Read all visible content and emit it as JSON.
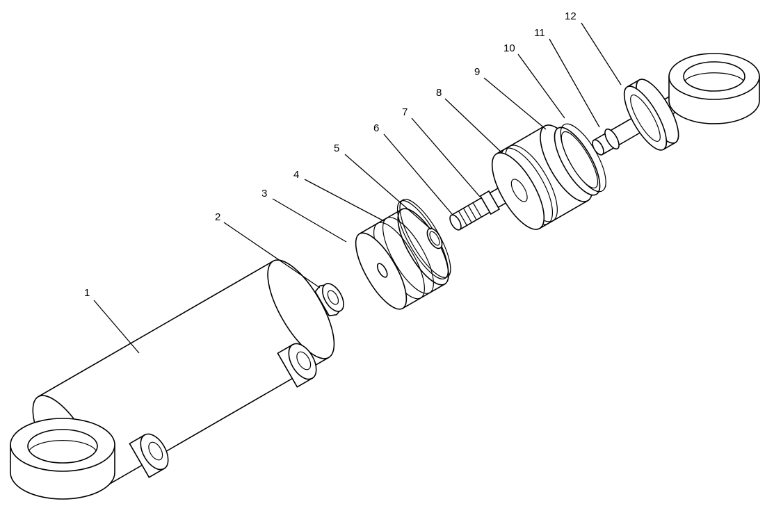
{
  "diagram": {
    "type": "exploded parts view",
    "callouts": [
      {
        "label": "1"
      },
      {
        "label": "2"
      },
      {
        "label": "3"
      },
      {
        "label": "4"
      },
      {
        "label": "5"
      },
      {
        "label": "6"
      },
      {
        "label": "7"
      },
      {
        "label": "8"
      },
      {
        "label": "9"
      },
      {
        "label": "10"
      },
      {
        "label": "11"
      },
      {
        "label": "12"
      }
    ],
    "colors": {
      "line": "#000000",
      "background": "#ffffff"
    }
  }
}
